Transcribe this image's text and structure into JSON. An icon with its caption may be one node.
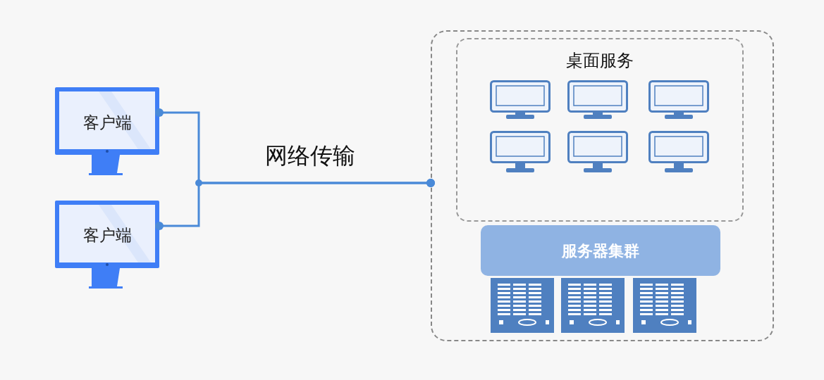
{
  "diagram": {
    "nodes": [
      {
        "text": [
          "客户端"
        ]
      },
      {
        "text": [
          "客户端"
        ]
      },
      {
        "text": [],
        "shape": "box"
      },
      {
        "text": [
          "桌面服务"
        ],
        "in": 2
      },
      {
        "text": [],
        "shape": "monitor",
        "in": 3
      },
      {
        "text": [],
        "shape": "monitor",
        "in": 3
      },
      {
        "text": [],
        "shape": "monitor",
        "in": 3
      },
      {
        "text": [],
        "shape": "monitor",
        "in": 3
      },
      {
        "text": [],
        "shape": "monitor",
        "in": 3
      },
      {
        "text": [],
        "shape": "monitor",
        "in": 3
      },
      {
        "text": [
          "服务器集群"
        ],
        "in": 2
      },
      {
        "text": [],
        "shape": "server",
        "in": 2
      },
      {
        "text": [],
        "shape": "server",
        "in": 2
      },
      {
        "text": [],
        "shape": "server",
        "in": 2
      }
    ],
    "edges": [
      {
        "from": 0,
        "to": 2,
        "arrow": "other",
        "label": "网络传输"
      },
      {
        "from": 1,
        "to": 2,
        "arrow": "other"
      }
    ]
  }
}
